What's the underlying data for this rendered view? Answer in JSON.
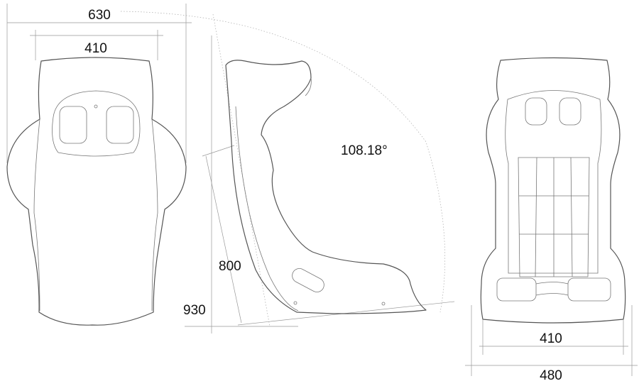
{
  "front_view": {
    "overall_width": "630",
    "inner_width": "410"
  },
  "side_view": {
    "recline_angle": "108.18°",
    "backrest_height": "800",
    "total_height": "930"
  },
  "back_view": {
    "inner_width": "410",
    "overall_width": "480"
  },
  "colors": {
    "line": "#555555",
    "dimension": "#999999",
    "text": "#111111"
  }
}
